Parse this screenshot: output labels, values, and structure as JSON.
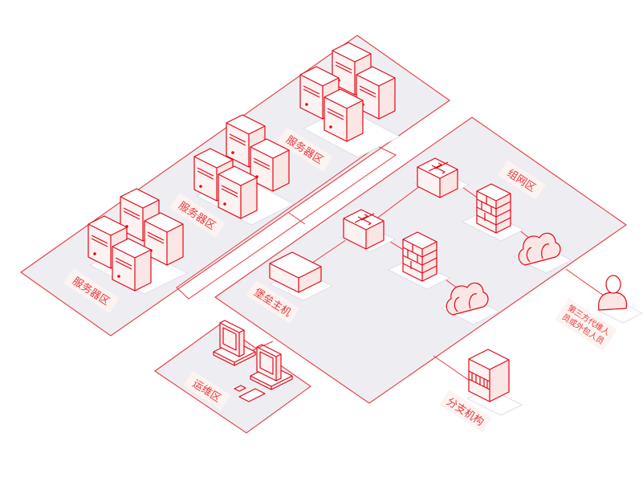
{
  "labels": {
    "server_zone_1": "服务器区",
    "server_zone_2": "服务器区",
    "server_zone_3": "服务器区",
    "network_zone": "组网区",
    "bastion_host": "堡垒主机",
    "ops_zone": "运维区",
    "branch": "分支机构",
    "third_party_line1": "第三方代维人",
    "third_party_line2": "员或外包人员"
  },
  "colors": {
    "accent": "#e8383d",
    "zone_fill": "#eeeef2",
    "label_bg": "#fdf4f1"
  },
  "icons": {
    "server": "server-tower-icon",
    "switch": "network-switch-icon",
    "firewall": "firewall-icon",
    "cloud": "cloud-icon",
    "bastion": "bastion-host-icon",
    "workstation": "workstation-icon",
    "branch": "branch-building-icon",
    "user": "person-icon"
  }
}
